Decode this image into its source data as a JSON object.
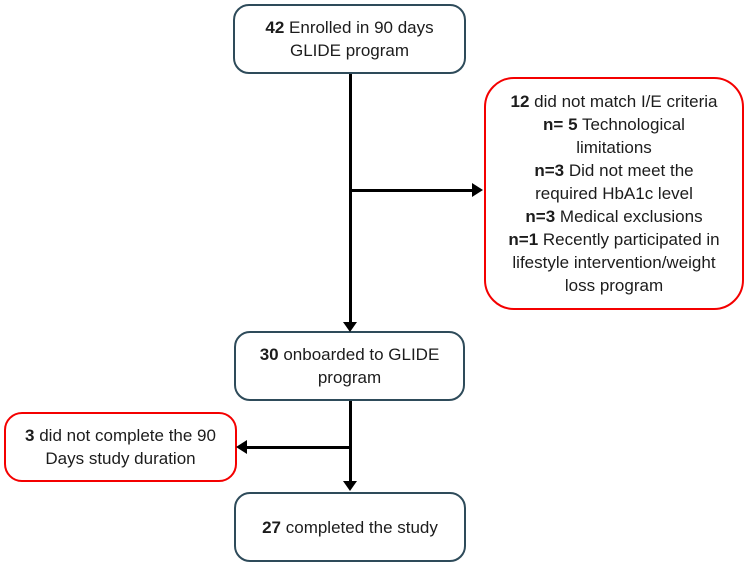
{
  "colors": {
    "background": "#ffffff",
    "text": "#1c1c1c",
    "primary_box_border": "#2e4b5a",
    "exclusion_box_border": "#f40000",
    "arrow": "#000000"
  },
  "boxes": {
    "enrolled": {
      "role": "enrollment",
      "lines": [
        {
          "bold": "42",
          "text": " Enrolled in 90 days"
        },
        {
          "bold": "",
          "text": "GLIDE program"
        }
      ]
    },
    "exclusion": {
      "role": "excluded",
      "lines": [
        {
          "bold": "12",
          "text": " did not match I/E criteria"
        },
        {
          "bold": "n= 5",
          "text": " Technological"
        },
        {
          "bold": "",
          "text": "limitations"
        },
        {
          "bold": "n=3",
          "text": " Did not meet the"
        },
        {
          "bold": "",
          "text": "required HbA1c level"
        },
        {
          "bold": "n=3",
          "text": " Medical exclusions"
        },
        {
          "bold": "n=1",
          "text": " Recently participated in"
        },
        {
          "bold": "",
          "text": "lifestyle intervention/weight"
        },
        {
          "bold": "",
          "text": "loss program"
        }
      ]
    },
    "onboarded": {
      "role": "onboarded",
      "lines": [
        {
          "bold": "30",
          "text": " onboarded to GLIDE"
        },
        {
          "bold": "",
          "text": "program"
        }
      ]
    },
    "dropout": {
      "role": "dropout",
      "lines": [
        {
          "bold": "3",
          "text": " did not complete the 90"
        },
        {
          "bold": "",
          "text": "Days study duration"
        }
      ]
    },
    "completed": {
      "role": "completed",
      "lines": [
        {
          "bold": "27",
          "text": " completed the study"
        }
      ]
    }
  }
}
